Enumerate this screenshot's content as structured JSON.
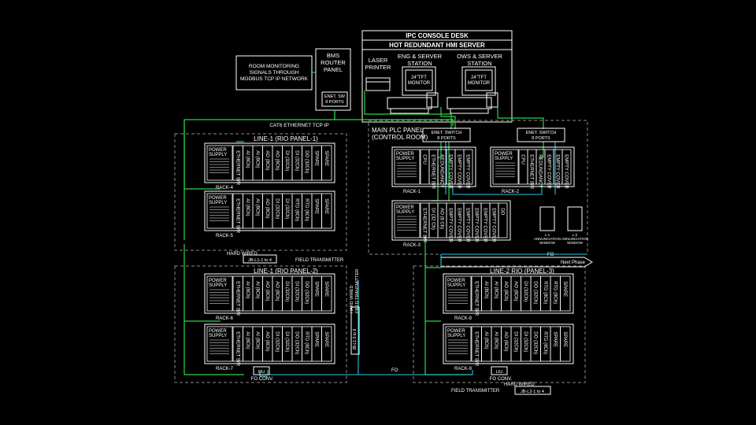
{
  "colors": {
    "background": "#000000",
    "lines": "#ffffff",
    "network": "#2bd447",
    "fiber": "#22c9e6",
    "dashed": "#8a8a8a"
  },
  "top": {
    "room_monitoring": [
      "ROOM MONITORING",
      "SIGNALS THROUGH",
      "MODBUS TCP IP NETWORK"
    ],
    "bms_router": [
      "BMS",
      "ROUTER",
      "PANEL"
    ],
    "bms_switch": [
      "ENET. SW",
      "8 PORTS"
    ],
    "ipc_title": "IPC CONSOLE DESK",
    "hmi_title": "HOT REDUNDANT HMI SERVER",
    "laser_printer": [
      "LASER",
      "PRINTER"
    ],
    "eng_station": [
      "ENG & SERVER",
      "STATION"
    ],
    "ows_station": [
      "OWS & SERVER",
      "STATION"
    ],
    "monitor": [
      "24\"TFT",
      "MONITOR"
    ],
    "cat_label": "CAT6   ETHERNET TCP IP"
  },
  "main_plc": {
    "title": [
      "MAIN PLC PANEL",
      "(CONTROL ROOM)"
    ],
    "switch": [
      "ENET. SWITCH",
      "8 PORTS"
    ],
    "rack1_label": "RACK-1",
    "rack2_label": "RACK-2",
    "rack3_label": "RACK-3",
    "rack1_slots": [
      "CPU",
      "ETHERNET B/R",
      "REDUNDANCY",
      "EMPTY COVER",
      "EMPTY COVER",
      "EMPTY COVER"
    ],
    "rack2_slots": [
      "CPU",
      "ETHERNET B/R",
      "REDUNDANCY",
      "EMPTY COVER",
      "EMPTY COVER",
      "EMPTY COVER"
    ],
    "rack3_slots": [
      "ETHERNET B/R",
      "DI (32 Ch)",
      "AO (8 Ch)",
      "EMPTY COVER",
      "EMPTY COVER",
      "EMPTY COVER",
      "EMPTY COVER",
      "EMPTY COVER",
      "EMPTY COVER",
      "DO"
    ],
    "annunciator1": [
      "L-1",
      "ANNUNCIATION",
      "WINDOW"
    ],
    "annunciator2": [
      "L-2",
      "ANNUNCIATION",
      "WINDOW"
    ],
    "fo": "FO",
    "next_phase": "Next Phase"
  },
  "power_supply": [
    "POWER",
    "SUPPLY"
  ],
  "rio1": {
    "title": "LINE-1 (RIO PANEL-1)",
    "rack_a_label": "RACK-4",
    "rack_b_label": "RACK-5",
    "rack_a_slots": [
      "ETHERNET B/R",
      "AI (8Ch)",
      "AI (8Ch)",
      "AO (8Ch)",
      "AO (8Ch)",
      "DI (32Ch)",
      "DI (32Ch)",
      "DO (32Ch)",
      "SPARE",
      "SPARE"
    ],
    "rack_b_slots": [
      "ETHERNET B/R",
      "AI (8Ch)",
      "AI (8Ch)",
      "AO (8Ch)",
      "DI (32Ch)",
      "DI (32Ch)",
      "RTD (8Ch)",
      "RTD (8Ch)",
      "SPARE",
      "SPARE"
    ],
    "hard_wired": "HARD WIRED",
    "jb": "JB-L1-1 to 4",
    "field_tx": "FIELD TRANSMITTER"
  },
  "rio2": {
    "title": "LINE-1 (RIO PANEL-2)",
    "rack_a_label": "RACK-6",
    "rack_b_label": "RACK-7",
    "rack_a_slots": [
      "ETHERNET B/R",
      "AI (8Ch)",
      "AI (8Ch)",
      "AO (8Ch)",
      "AO (8Ch)",
      "DI (32Ch)",
      "DI (32Ch)",
      "DO (32Ch)",
      "SPARE",
      "SPARE"
    ],
    "rack_b_slots": [
      "ETHERNET B/R",
      "AI (8Ch)",
      "AI (8Ch)",
      "AO (8Ch)",
      "DI (32Ch)",
      "DI (32Ch)",
      "DO (32Ch)",
      "RTD (8Ch)",
      "SPARE",
      "SPARE"
    ],
    "vertical_label": [
      "HARD WIRED",
      "FIELD TRANSMITTER"
    ],
    "jb_vertical": "JB-L1-5 to 8",
    "fo_conv": "FO CONV.",
    "liu": "LIU",
    "fo": "FO"
  },
  "rio3": {
    "title": "LINE-2 RIO (PANEL-3)",
    "rack_a_label": "RACK-8",
    "rack_b_label": "RACK-9",
    "rack_a_slots": [
      "ETHERNET B/R",
      "AI (8Ch)",
      "AI (8Ch)",
      "AO (8Ch)",
      "AO (8Ch)",
      "DI (32Ch)",
      "DO (32Ch)",
      "RTD (8Ch)",
      "RTD (8Ch)",
      "SPARE"
    ],
    "rack_b_slots": [
      "ETHERNET B/R",
      "AI (8Ch)",
      "AI (8Ch)",
      "AO (8Ch)",
      "DI (32Ch)",
      "DI (32Ch)",
      "DO (32Ch)",
      "RTD (8Ch)",
      "SPARE",
      "SPARE"
    ],
    "fo_conv": "FO CONV.",
    "liu": "LIU",
    "hard_wired": "HARD WIRED",
    "field_tx": "FIELD TRANSMITTER",
    "jb": "JB-L2-1 to 4"
  }
}
